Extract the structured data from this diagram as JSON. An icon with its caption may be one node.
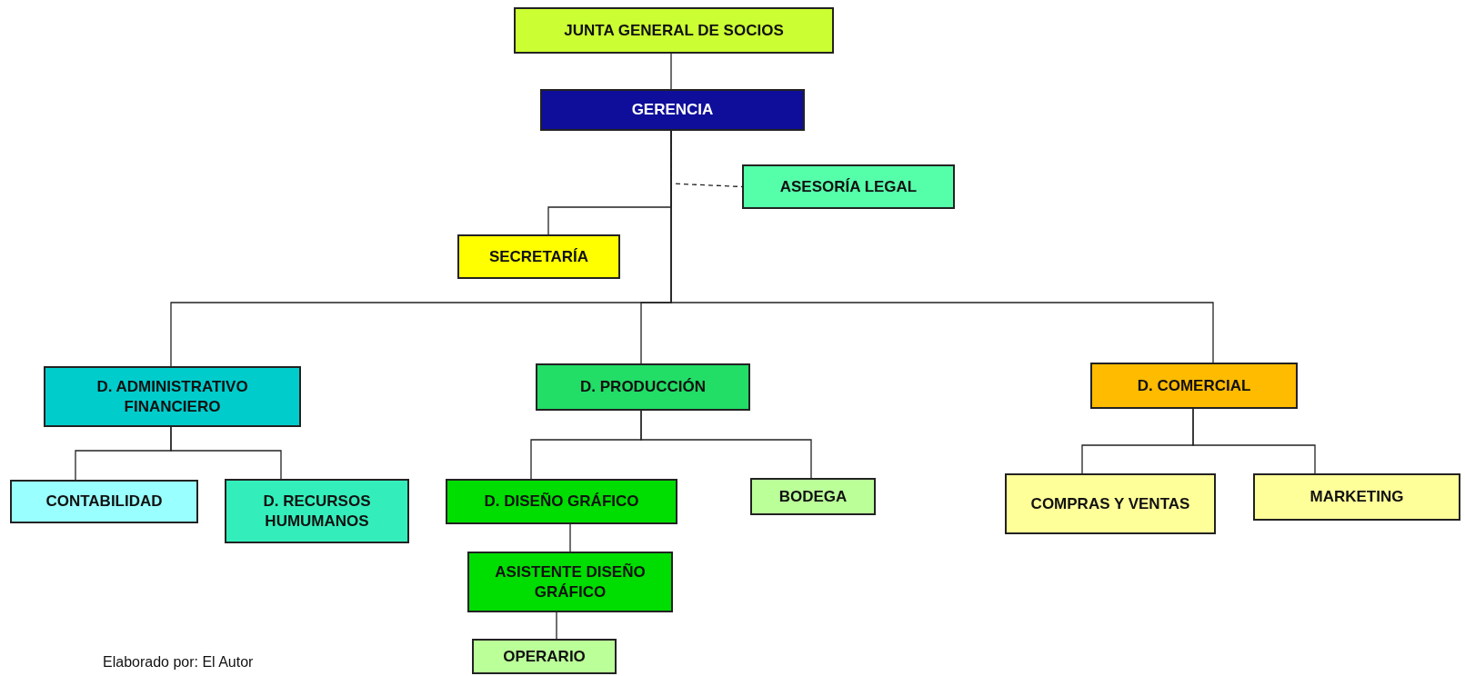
{
  "diagram": {
    "nodes": [
      {
        "text": [
          "JUNTA GENERAL DE SOCIOS"
        ]
      },
      {
        "text": [
          "GERENCIA"
        ]
      },
      {
        "text": [
          "ASESORÍA LEGAL"
        ]
      },
      {
        "text": [
          "SECRETARÍA"
        ]
      },
      {
        "text": [
          "D. ADMINISTRATIVO FINANCIERO"
        ]
      },
      {
        "text": [
          "D. PRODUCCIÓN"
        ]
      },
      {
        "text": [
          "D. COMERCIAL"
        ]
      },
      {
        "text": [
          "CONTABILIDAD"
        ]
      },
      {
        "text": [
          "D. RECURSOS HUMUMANOS"
        ]
      },
      {
        "text": [
          "D. DISEÑO GRÁFICO"
        ]
      },
      {
        "text": [
          "BODEGA"
        ]
      },
      {
        "text": [
          "ASISTENTE DISEÑO GRÁFICO"
        ]
      },
      {
        "text": [
          "OPERARIO"
        ]
      },
      {
        "text": [
          "COMPRAS Y VENTAS"
        ]
      },
      {
        "text": [
          "MARKETING"
        ]
      }
    ],
    "edges": [
      {
        "from": 0,
        "to": 1,
        "arrow": "none"
      },
      {
        "from": 1,
        "to": 2,
        "arrow": "none",
        "style": "dashed"
      },
      {
        "from": 1,
        "to": 3,
        "arrow": "none"
      },
      {
        "from": 1,
        "to": 4,
        "arrow": "none"
      },
      {
        "from": 1,
        "to": 5,
        "arrow": "none"
      },
      {
        "from": 1,
        "to": 6,
        "arrow": "none"
      },
      {
        "from": 4,
        "to": 7,
        "arrow": "none"
      },
      {
        "from": 4,
        "to": 8,
        "arrow": "none"
      },
      {
        "from": 5,
        "to": 9,
        "arrow": "none"
      },
      {
        "from": 5,
        "to": 10,
        "arrow": "none"
      },
      {
        "from": 9,
        "to": 11,
        "arrow": "none"
      },
      {
        "from": 11,
        "to": 12,
        "arrow": "none"
      },
      {
        "from": 6,
        "to": 13,
        "arrow": "none"
      },
      {
        "from": 6,
        "to": 14,
        "arrow": "none"
      }
    ],
    "labels": [
      "Elaborado por: El Autor"
    ]
  }
}
